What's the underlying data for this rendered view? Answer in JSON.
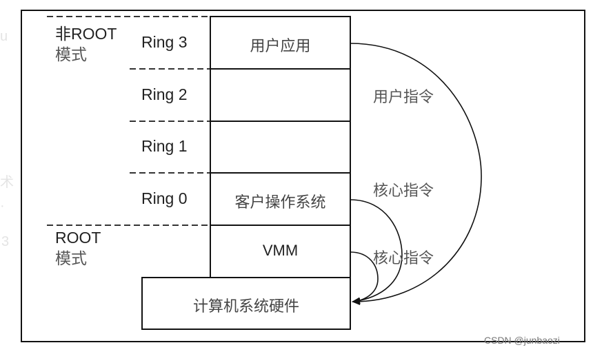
{
  "background_fragments": [
    "u",
    "术",
    "·",
    "3"
  ],
  "modes": {
    "non_root": {
      "line1": "非ROOT",
      "line2": "模式"
    },
    "root": {
      "line1": "ROOT",
      "line2": "模式"
    }
  },
  "rings": [
    {
      "label": "Ring 3",
      "cell": "用户应用"
    },
    {
      "label": "Ring 2",
      "cell": ""
    },
    {
      "label": "Ring 1",
      "cell": ""
    },
    {
      "label": "Ring 0",
      "cell": "客户操作系统"
    }
  ],
  "vmm_cell": "VMM",
  "hardware": "计算机系统硬件",
  "arrows": [
    {
      "from": "用户应用",
      "to": "计算机系统硬件",
      "label": "用户指令"
    },
    {
      "from": "客户操作系统",
      "to": "计算机系统硬件",
      "label": "核心指令"
    },
    {
      "from": "VMM",
      "to": "计算机系统硬件",
      "label": "核心指令"
    }
  ],
  "watermark": "CSDN @junbaozi"
}
